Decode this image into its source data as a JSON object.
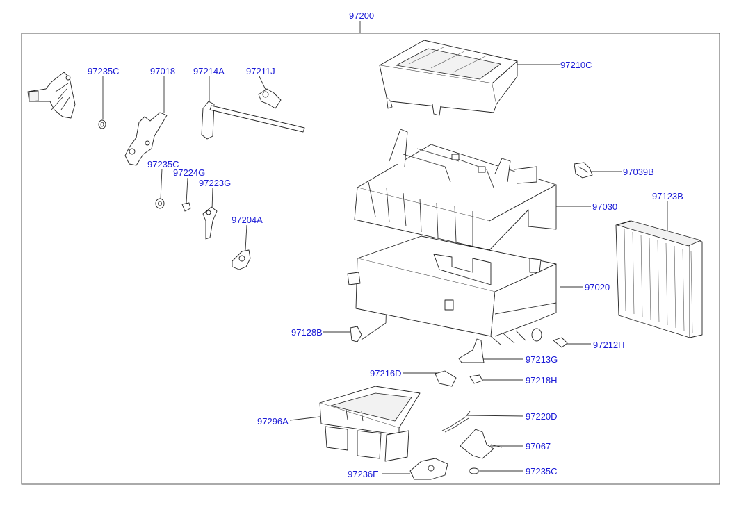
{
  "assembly": {
    "label": "97200",
    "parts": [
      {
        "key": "p97235c_a",
        "label": "97235C"
      },
      {
        "key": "p97018",
        "label": "97018"
      },
      {
        "key": "p97214a",
        "label": "97214A"
      },
      {
        "key": "p97211j",
        "label": "97211J"
      },
      {
        "key": "p97210c",
        "label": "97210C"
      },
      {
        "key": "p97235c_b",
        "label": "97235C"
      },
      {
        "key": "p97224g",
        "label": "97224G"
      },
      {
        "key": "p97223g",
        "label": "97223G"
      },
      {
        "key": "p97039b",
        "label": "97039B"
      },
      {
        "key": "p97030",
        "label": "97030"
      },
      {
        "key": "p97123b",
        "label": "97123B"
      },
      {
        "key": "p97204a",
        "label": "97204A"
      },
      {
        "key": "p97020",
        "label": "97020"
      },
      {
        "key": "p97128b",
        "label": "97128B"
      },
      {
        "key": "p97212h",
        "label": "97212H"
      },
      {
        "key": "p97213g",
        "label": "97213G"
      },
      {
        "key": "p97216d",
        "label": "97216D"
      },
      {
        "key": "p97218h",
        "label": "97218H"
      },
      {
        "key": "p97220d",
        "label": "97220D"
      },
      {
        "key": "p97296a",
        "label": "97296A"
      },
      {
        "key": "p97067",
        "label": "97067"
      },
      {
        "key": "p97236e",
        "label": "97236E"
      },
      {
        "key": "p97235c_c",
        "label": "97235C"
      }
    ]
  },
  "colors": {
    "label": "#1a1ad6",
    "line": "#333333",
    "frame": "#555555"
  }
}
